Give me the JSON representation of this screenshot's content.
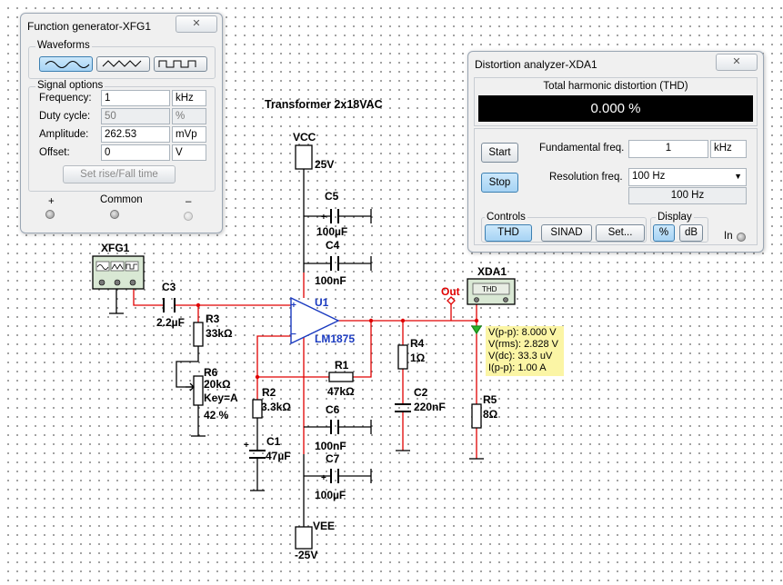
{
  "schematic": {
    "transformer_label": "Transformer 2x18VAC",
    "vcc": {
      "name": "VCC",
      "value": "25V"
    },
    "vee": {
      "name": "VEE",
      "value": "-25V"
    },
    "xfg1": {
      "name": "XFG1"
    },
    "xda1": {
      "name": "XDA1",
      "screen": "THD"
    },
    "out_label": "Out",
    "opamp": {
      "name": "U1",
      "model": "LM1875",
      "plus": "+",
      "minus": "−"
    },
    "components": {
      "c3": {
        "name": "C3",
        "value": "2.2µF"
      },
      "r3": {
        "name": "R3",
        "value": "33kΩ"
      },
      "r6": {
        "name": "R6",
        "value": "20kΩ",
        "key": "Key=A",
        "setting": "42 %"
      },
      "r2": {
        "name": "R2",
        "value": "3.3kΩ"
      },
      "c1": {
        "name": "C1",
        "value": "47µF"
      },
      "c5": {
        "name": "C5",
        "value": "100µF"
      },
      "c4": {
        "name": "C4",
        "value": "100nF"
      },
      "r1": {
        "name": "R1",
        "value": "47kΩ"
      },
      "c6": {
        "name": "C6",
        "value": "100nF"
      },
      "c7": {
        "name": "C7",
        "value": "100µF"
      },
      "r4": {
        "name": "R4",
        "value": "1Ω"
      },
      "c2": {
        "name": "C2",
        "value": "220nF"
      },
      "r5": {
        "name": "R5",
        "value": "8Ω"
      }
    },
    "probe": {
      "vpp": "V(p-p): 8.000 V",
      "vrms": "V(rms): 2.828 V",
      "vdc": "V(dc): 33.3 uV",
      "ipp": "I(p-p): 1.00 A"
    },
    "plus_sign": "+"
  },
  "function_generator": {
    "title": "Function generator-XFG1",
    "close": "✕",
    "waveforms_label": "Waveforms",
    "waveforms": [
      "sine",
      "triangle",
      "square"
    ],
    "selected_waveform": "sine",
    "signal_options_label": "Signal options",
    "frequency": {
      "label": "Frequency:",
      "value": "1",
      "unit": "kHz"
    },
    "duty_cycle": {
      "label": "Duty cycle:",
      "value": "50",
      "unit": "%"
    },
    "amplitude": {
      "label": "Amplitude:",
      "value": "262.53",
      "unit": "mVp"
    },
    "offset": {
      "label": "Offset:",
      "value": "0",
      "unit": "V"
    },
    "rise_fall_button": "Set rise/Fall time",
    "plus_label": "+",
    "common_label": "Common",
    "minus_label": "–"
  },
  "distortion_analyzer": {
    "title": "Distortion analyzer-XDA1",
    "close": "✕",
    "thd_label": "Total harmonic distortion (THD)",
    "thd_value": "0.000 %",
    "start_button": "Start",
    "stop_button": "Stop",
    "fundamental": {
      "label": "Fundamental freq.",
      "value": "1",
      "unit": "kHz"
    },
    "resolution": {
      "label": "Resolution freq.",
      "selected": "100 Hz",
      "display": "100 Hz"
    },
    "controls_label": "Controls",
    "thd_button": "THD",
    "sinad_button": "SINAD",
    "set_button": "Set...",
    "display_label": "Display",
    "percent_button": "%",
    "db_button": "dB",
    "in_label": "In"
  }
}
